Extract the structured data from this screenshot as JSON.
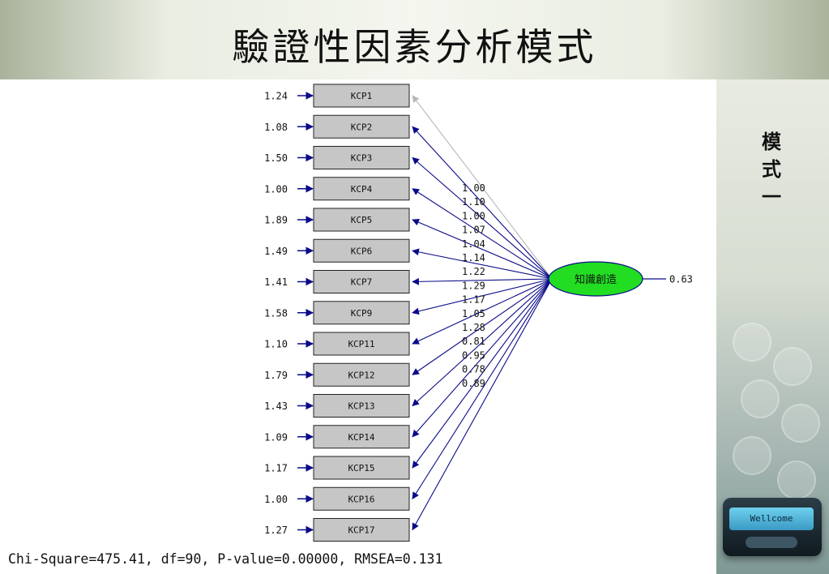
{
  "title": "驗證性因素分析模式",
  "side_label": [
    "模",
    "式",
    "一"
  ],
  "device_text": "Wellcome",
  "diagram": {
    "latent": "知識創造",
    "latent_error": "0.63",
    "observed": [
      {
        "name": "KCP1",
        "error": "1.24",
        "loading": "1.00"
      },
      {
        "name": "KCP2",
        "error": "1.08",
        "loading": "1.10"
      },
      {
        "name": "KCP3",
        "error": "1.50",
        "loading": "1.00"
      },
      {
        "name": "KCP4",
        "error": "1.00",
        "loading": "1.07"
      },
      {
        "name": "KCP5",
        "error": "1.89",
        "loading": "1.04"
      },
      {
        "name": "KCP6",
        "error": "1.49",
        "loading": "1.14"
      },
      {
        "name": "KCP7",
        "error": "1.41",
        "loading": "1.22"
      },
      {
        "name": "KCP9",
        "error": "1.58",
        "loading": "1.29"
      },
      {
        "name": "KCP11",
        "error": "1.10",
        "loading": "1.17"
      },
      {
        "name": "KCP12",
        "error": "1.79",
        "loading": "1.05"
      },
      {
        "name": "KCP13",
        "error": "1.43",
        "loading": "1.28"
      },
      {
        "name": "KCP14",
        "error": "1.09",
        "loading": "0.81"
      },
      {
        "name": "KCP15",
        "error": "1.17",
        "loading": "0.95"
      },
      {
        "name": "KCP16",
        "error": "1.00",
        "loading": "0.78"
      },
      {
        "name": "KCP17",
        "error": "1.27",
        "loading": "0.89"
      }
    ],
    "fit_stats": "Chi-Square=475.41, df=90, P-value=0.00000, RMSEA=0.131"
  }
}
